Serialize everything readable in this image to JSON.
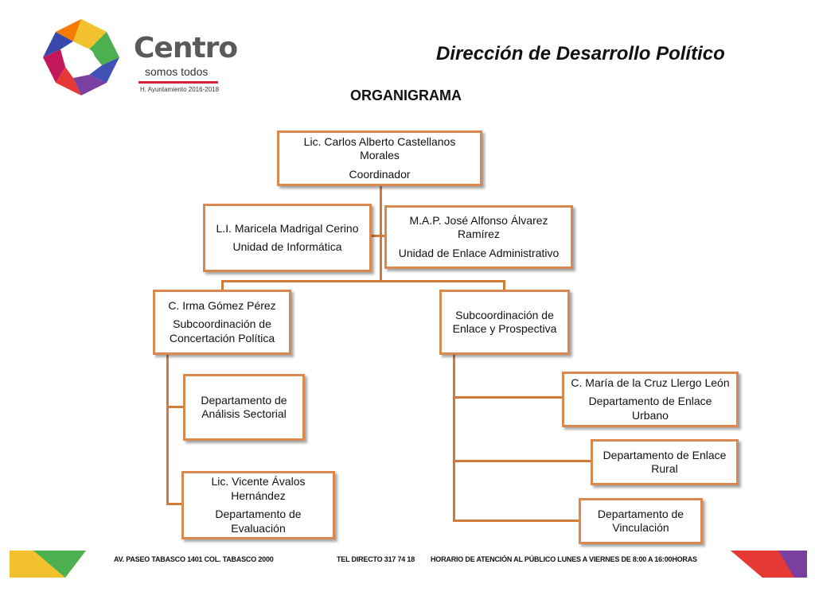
{
  "header": {
    "brand": "Centro",
    "tagline": "somos todos",
    "years": "H. Ayuntamiento 2016-2018",
    "title": "Dirección de  Desarrollo Político",
    "subtitle": "ORGANIGRAMA"
  },
  "org": {
    "coordinator": {
      "name": "Lic. Carlos Alberto Castellanos Morales",
      "role": "Coordinador"
    },
    "informatica": {
      "name": "L.I. Maricela Madrigal Cerino",
      "role": "Unidad de Informática"
    },
    "enlace_admin": {
      "name": "M.A.P.  José Alfonso Álvarez Ramírez",
      "role": "Unidad de Enlace Administrativo"
    },
    "concertacion": {
      "name": "C. Irma Gómez Pérez",
      "role": "Subcoordinación  de Concertación Política"
    },
    "prospectiva": {
      "role": "Subcoordinación de Enlace y Prospectiva"
    },
    "analisis": {
      "role": "Departamento de Análisis Sectorial"
    },
    "evaluacion": {
      "name": "Lic. Vicente Ávalos Hernández",
      "role": "Departamento de Evaluación"
    },
    "urbano": {
      "name": "C. María de la Cruz Llergo León",
      "role": "Departamento de Enlace Urbano"
    },
    "rural": {
      "role": "Departamento de Enlace Rural"
    },
    "vinculacion": {
      "role": "Departamento de Vinculación"
    }
  },
  "footer": {
    "address": "AV. PASEO TABASCO  1401 COL. TABASCO  2000",
    "phone": "TEL DIRECTO 317 74 18",
    "hours": "HORARIO DE ATENCIÓN AL PÚBLICO LUNES A VIERNES DE 8:00 A 16:00HORAS"
  },
  "colors": {
    "node_border": "#d9894f",
    "connector": "#d17a3a",
    "accent_red": "#d61f3a"
  }
}
